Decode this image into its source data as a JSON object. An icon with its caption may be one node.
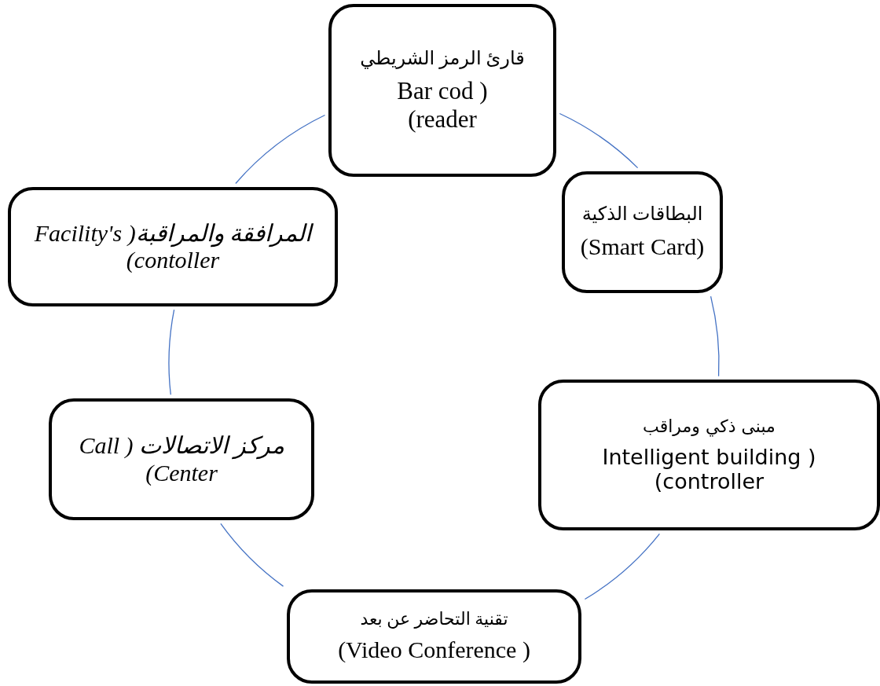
{
  "diagram": {
    "nodes": [
      {
        "text": [
          "قارئ الرمز الشريطي",
          "Bar cod ) (reader"
        ]
      },
      {
        "text": [
          "البطاقات الذكية",
          "(Smart Card)"
        ]
      },
      {
        "text": [
          "المرافقة والمراقبة( Facility's (contoller"
        ]
      },
      {
        "text": [
          "مبنى ذكي ومراقب",
          "Intelligent building ) (controller"
        ]
      },
      {
        "text": [
          "مركز الاتصالات ( Call (Center"
        ]
      },
      {
        "text": [
          "تقنية التحاضر عن بعد",
          "(Video Conference )"
        ]
      }
    ],
    "edges": [
      {
        "from": 0,
        "to": 1,
        "arrow": "none"
      },
      {
        "from": 1,
        "to": 3,
        "arrow": "none"
      },
      {
        "from": 3,
        "to": 5,
        "arrow": "none"
      },
      {
        "from": 5,
        "to": 4,
        "arrow": "none"
      },
      {
        "from": 4,
        "to": 2,
        "arrow": "none"
      },
      {
        "from": 2,
        "to": 0,
        "arrow": "none"
      }
    ]
  }
}
